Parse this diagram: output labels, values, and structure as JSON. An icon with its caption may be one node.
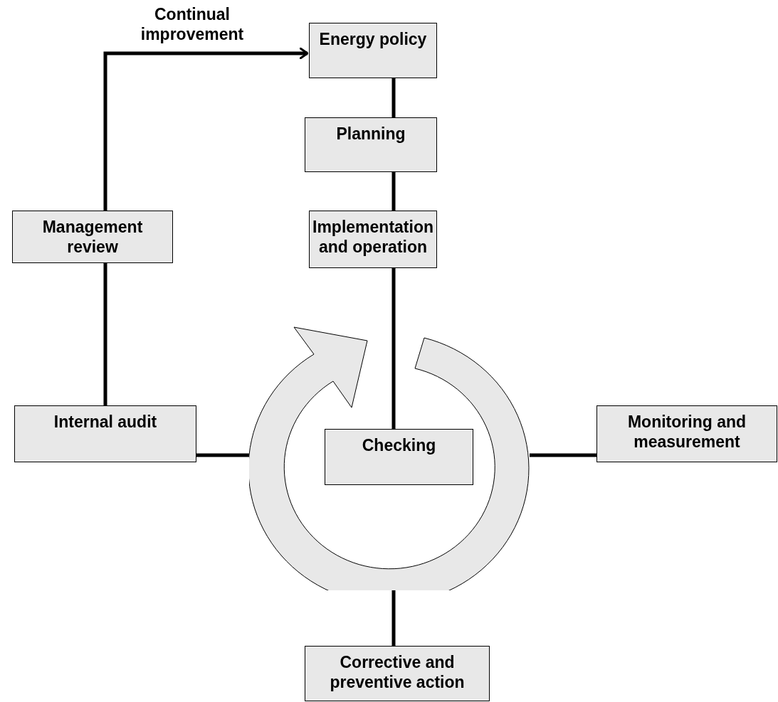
{
  "diagram": {
    "nodes": [
      {
        "text": [
          "Energy policy"
        ]
      },
      {
        "text": [
          "Planning"
        ]
      },
      {
        "text": [
          "Implementation and operation"
        ]
      },
      {
        "text": [
          "Management review"
        ]
      },
      {
        "text": [
          "Internal audit"
        ]
      },
      {
        "text": [
          "Checking"
        ]
      },
      {
        "text": [
          "Monitoring and measurement"
        ]
      },
      {
        "text": [
          "Corrective and preventive action"
        ]
      },
      {
        "text": [],
        "shape": "circle"
      }
    ],
    "edges": [
      {
        "from": 0,
        "to": 1,
        "arrow": "none"
      },
      {
        "from": 1,
        "to": 2,
        "arrow": "none"
      },
      {
        "from": 2,
        "to": 5,
        "arrow": "none"
      },
      {
        "from": 3,
        "to": 0,
        "arrow": "to",
        "label": "Continual improvement"
      },
      {
        "from": 4,
        "to": 3,
        "arrow": "none"
      },
      {
        "from": 4,
        "to": 8,
        "arrow": "none"
      },
      {
        "from": 6,
        "to": 8,
        "arrow": "none"
      },
      {
        "from": 7,
        "to": 8,
        "arrow": "none"
      }
    ]
  }
}
